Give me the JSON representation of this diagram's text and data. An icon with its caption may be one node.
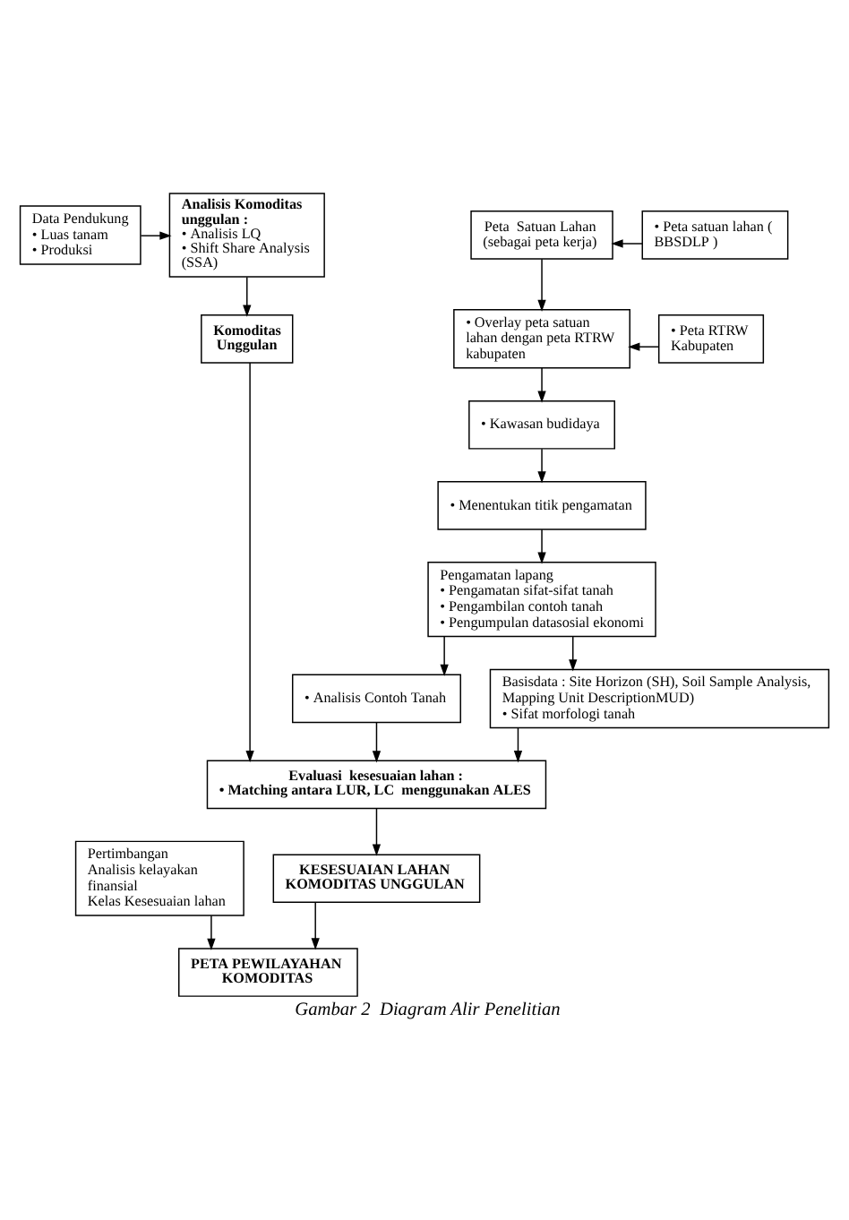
{
  "diagram": {
    "caption": "Gambar 2  Diagram Alir Penelitian",
    "nodes": [
      {
        "text": [
          "Data Pendukung",
          "• Luas tanam",
          "• Produksi"
        ]
      },
      {
        "text": [
          "Analisis Komoditas unggulan :",
          "• Analisis LQ",
          "• Shift Share Analysis (SSA)"
        ]
      },
      {
        "text": [
          "Peta  Satuan Lahan (sebagai peta kerja)"
        ]
      },
      {
        "text": [
          "• Peta satuan lahan ( BBSDLP )"
        ]
      },
      {
        "text": [
          "Komoditas Unggulan"
        ]
      },
      {
        "text": [
          "• Overlay peta satuan lahan dengan peta RTRW kabupaten"
        ]
      },
      {
        "text": [
          "• Peta RTRW Kabupaten"
        ]
      },
      {
        "text": [
          "• Kawasan budidaya"
        ]
      },
      {
        "text": [
          "• Menentukan titik pengamatan"
        ]
      },
      {
        "text": [
          "Pengamatan lapang",
          "• Pengamatan sifat-sifat tanah",
          "• Pengambilan contoh tanah",
          "• Pengumpulan datasosial ekonomi"
        ]
      },
      {
        "text": [
          "• Analisis Contoh Tanah"
        ]
      },
      {
        "text": [
          "Basisdata : Site Horizon (SH), Soil Sample Analysis, Mapping Unit DescriptionMUD)",
          "• Sifat morfologi tanah"
        ]
      },
      {
        "text": [
          "Evaluasi  kesesuaian lahan :",
          "• Matching antara LUR, LC  menggunakan ALES"
        ]
      },
      {
        "text": [
          "Pertimbangan",
          "Analisis kelayakan finansial",
          "Kelas Kesesuaian lahan"
        ]
      },
      {
        "text": [
          "KESESUAIAN LAHAN KOMODITAS UNGGULAN"
        ]
      },
      {
        "text": [
          "PETA PEWILAYAHAN KOMODITAS"
        ]
      }
    ],
    "edges": [
      {
        "from": 0,
        "to": 1,
        "arrow": "to"
      },
      {
        "from": 1,
        "to": 4,
        "arrow": "to"
      },
      {
        "from": 3,
        "to": 2,
        "arrow": "to"
      },
      {
        "from": 2,
        "to": 5,
        "arrow": "to"
      },
      {
        "from": 6,
        "to": 5,
        "arrow": "to"
      },
      {
        "from": 5,
        "to": 7,
        "arrow": "to"
      },
      {
        "from": 7,
        "to": 8,
        "arrow": "to"
      },
      {
        "from": 8,
        "to": 9,
        "arrow": "to"
      },
      {
        "from": 9,
        "to": 10,
        "arrow": "to"
      },
      {
        "from": 9,
        "to": 11,
        "arrow": "to"
      },
      {
        "from": 10,
        "to": 12,
        "arrow": "to"
      },
      {
        "from": 11,
        "to": 12,
        "arrow": "to"
      },
      {
        "from": 4,
        "to": 12,
        "arrow": "to"
      },
      {
        "from": 12,
        "to": 14,
        "arrow": "to"
      },
      {
        "from": 14,
        "to": 15,
        "arrow": "to"
      },
      {
        "from": 13,
        "to": 15,
        "arrow": "to"
      }
    ]
  }
}
